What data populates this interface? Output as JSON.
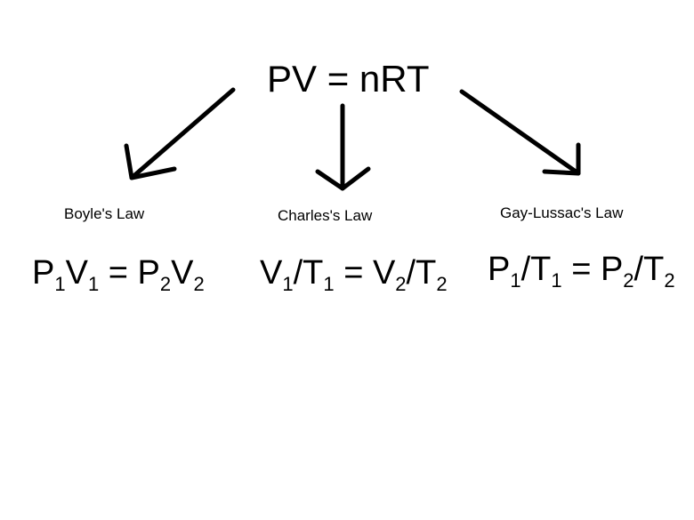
{
  "title": "PV = nRT",
  "laws": [
    {
      "name": "Boyle's Law",
      "formula": [
        [
          "P",
          "1"
        ],
        [
          "V",
          "1"
        ],
        [
          " = P",
          "2"
        ],
        [
          "V",
          "2"
        ]
      ]
    },
    {
      "name": "Charles's Law",
      "formula": [
        [
          "V",
          "1"
        ],
        [
          "/T",
          "1"
        ],
        [
          " = V",
          "2"
        ],
        [
          "/T",
          "2"
        ]
      ]
    },
    {
      "name": "Gay-Lussac's Law",
      "formula": [
        [
          "P",
          "1"
        ],
        [
          "/T",
          "1"
        ],
        [
          " = P",
          "2"
        ],
        [
          "/T",
          "2"
        ]
      ]
    }
  ]
}
